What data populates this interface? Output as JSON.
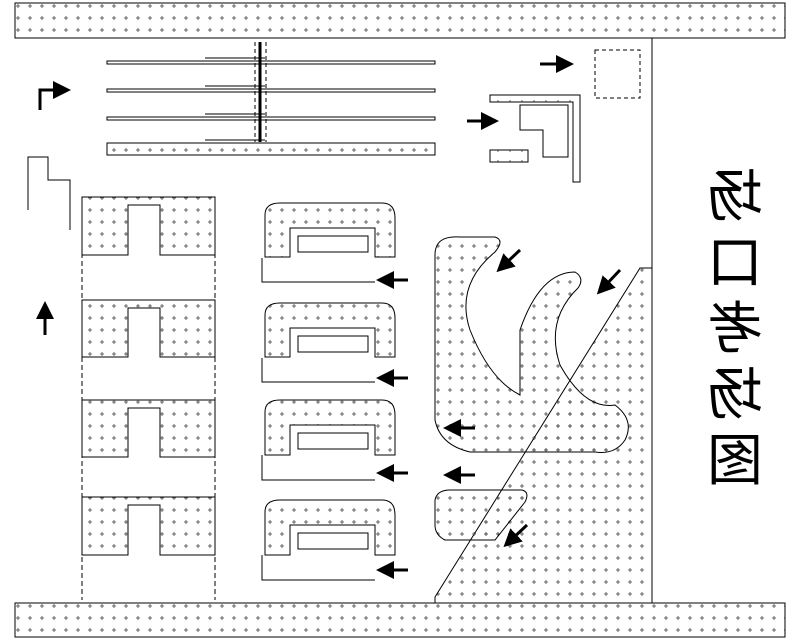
{
  "diagram": {
    "title_chars": [
      "场",
      "口",
      "考",
      "场",
      "图"
    ],
    "colors": {
      "line": "#000000",
      "fill": "#ffffff"
    }
  }
}
